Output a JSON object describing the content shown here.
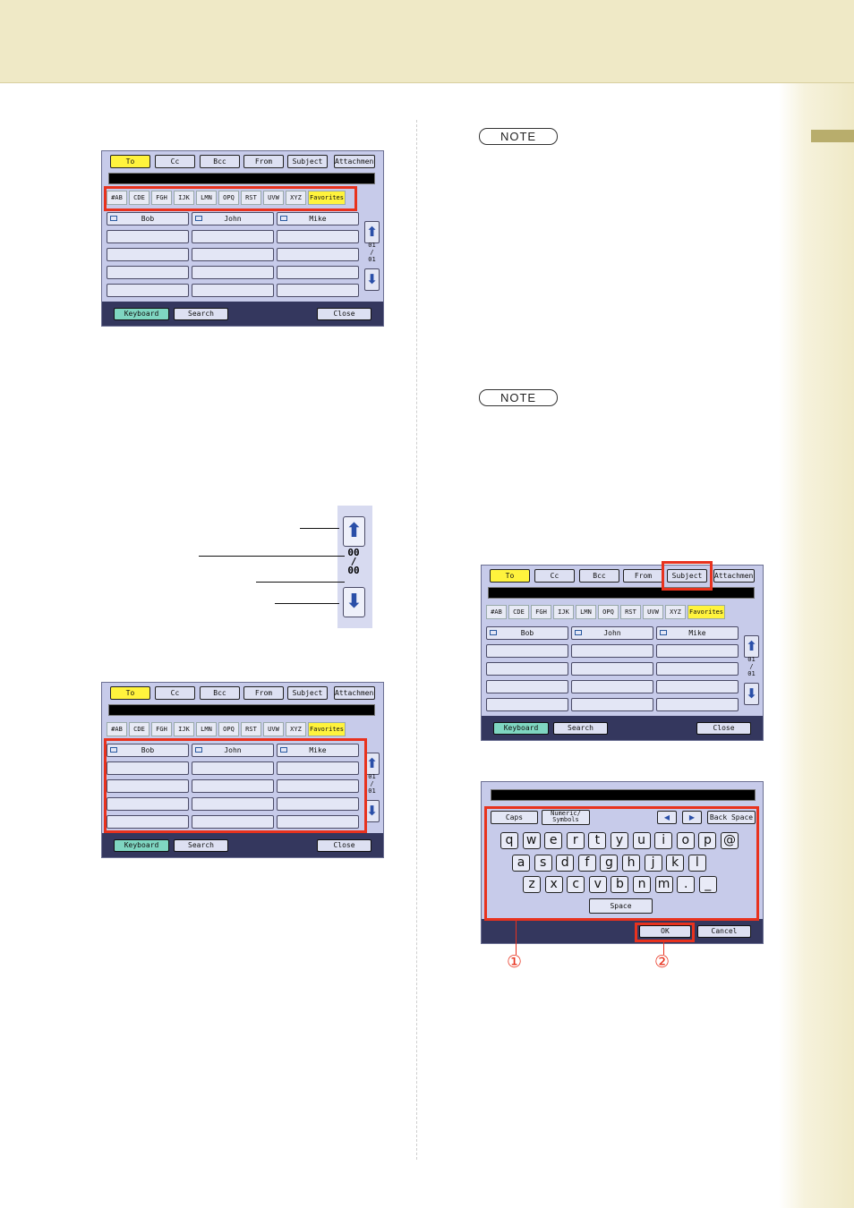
{
  "notes": {
    "label": "NOTE"
  },
  "header_buttons": [
    "To",
    "Cc",
    "Bcc",
    "From",
    "Subject",
    "Attachment"
  ],
  "index_tabs": [
    "#AB",
    "CDE",
    "FGH",
    "IJK",
    "LMN",
    "OPQ",
    "RST",
    "UVW",
    "XYZ",
    "Favorites"
  ],
  "contacts": [
    "Bob",
    "John",
    "Mike"
  ],
  "page_indicator": {
    "current": "01",
    "slash": "/",
    "total": "01"
  },
  "footer": {
    "keyboard": "Keyboard",
    "search": "Search",
    "close": "Close"
  },
  "scroll_zoom": {
    "current": "00",
    "slash": "/",
    "total": "00"
  },
  "keyboard": {
    "caps": "Caps",
    "numeric_symbols": "Numeric/\nSymbols",
    "left_arrow": "◀",
    "right_arrow": "▶",
    "back_space": "Back Space",
    "row1": [
      "q",
      "w",
      "e",
      "r",
      "t",
      "y",
      "u",
      "i",
      "o",
      "p",
      "@"
    ],
    "row2": [
      "a",
      "s",
      "d",
      "f",
      "g",
      "h",
      "j",
      "k",
      "l"
    ],
    "row3": [
      "z",
      "x",
      "c",
      "v",
      "b",
      "n",
      "m",
      ".",
      "_"
    ],
    "space": "Space",
    "ok": "OK",
    "cancel": "Cancel"
  },
  "markers": [
    "①",
    "②"
  ],
  "colors": {
    "header_band": "#efe9c6",
    "highlight": "#e8321e",
    "panel_bg": "#c7cbea",
    "panel_footer": "#34375e",
    "active_button": "#fff33d"
  }
}
